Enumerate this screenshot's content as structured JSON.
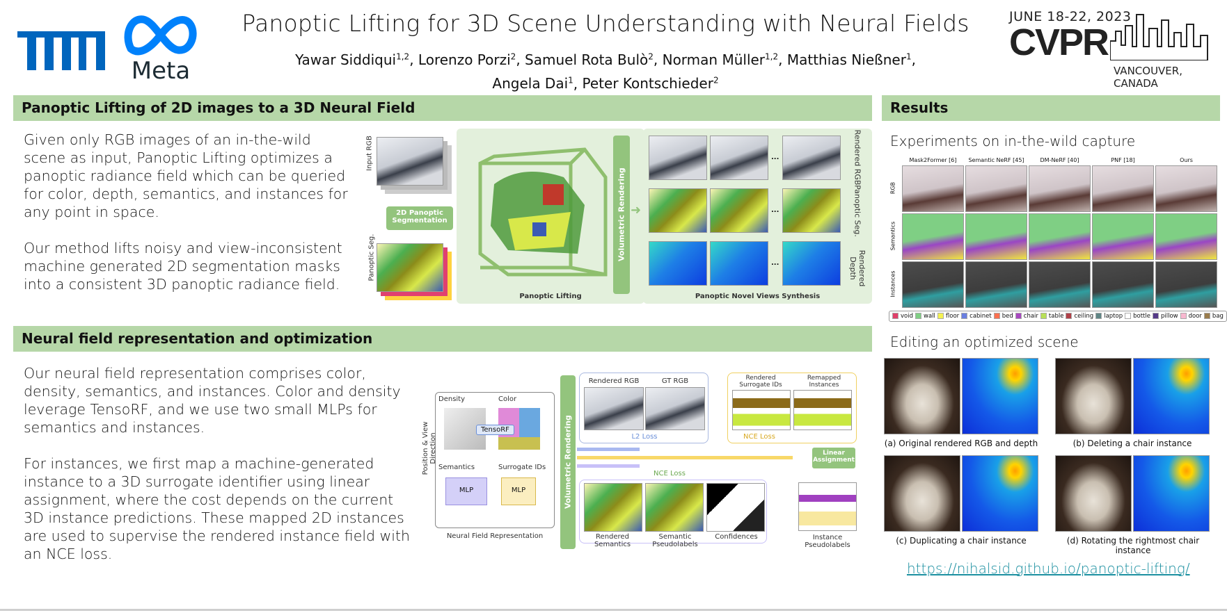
{
  "header": {
    "title": "Panoptic Lifting for 3D Scene Understanding with Neural Fields",
    "authors_line1": [
      {
        "name": "Yawar Siddiqui",
        "aff": "1,2"
      },
      {
        "name": "Lorenzo Porzi",
        "aff": "2"
      },
      {
        "name": "Samuel Rota Bulò",
        "aff": "2"
      },
      {
        "name": "Norman Müller",
        "aff": "1,2"
      },
      {
        "name": "Matthias Nießner",
        "aff": "1"
      }
    ],
    "authors_line2": [
      {
        "name": "Angela Dai",
        "aff": "1"
      },
      {
        "name": "Peter Kontschieder",
        "aff": "2"
      }
    ],
    "logos": {
      "tum": "TUM",
      "meta": "Meta",
      "cvpr_dates": "JUNE 18-22, 2023",
      "cvpr": "CVPR",
      "cvpr_location": "VANCOUVER, CANADA"
    },
    "colors": {
      "tum_blue": "#0065bd",
      "meta_blue": "#0081fb",
      "meta_text": "#1c2b33",
      "section_green": "#b6d7a8",
      "link": "#1a8fa0"
    }
  },
  "section1": {
    "heading": "Panoptic Lifting of 2D images to a 3D Neural Field",
    "para1": "Given only RGB images of an in-the-wild scene as input, Panoptic Lifting optimizes a panoptic radiance field which can be queried for color, depth, semantics, and instances for any point in space.",
    "para2": "Our method lifts noisy and view-inconsistent machine generated 2D segmentation masks into a consistent 3D panoptic radiance field.",
    "figure": {
      "input_rgb": "Input RGB",
      "panoptic_seg_box": "2D Panoptic Segmentation",
      "panoptic_seg": "Panoptic Seg.",
      "panoptic_lifting": "Panoptic Lifting",
      "volumetric_rendering": "Volumetric Rendering",
      "rendered_rgb": "Rendered RGB",
      "panoptic_seg_out": "Panoptic Seg.",
      "rendered_depth": "Rendered Depth",
      "novel_views": "Panoptic Novel Views Synthesis",
      "ellipsis": "..."
    }
  },
  "section2": {
    "heading": "Neural field representation and optimization",
    "para1": "Our neural field representation comprises color, density, semantics, and instances. Color and density leverage TensoRF, and we use two small MLPs for semantics and instances.",
    "para2": "For instances, we first map a machine-generated instance to a 3D surrogate identifier using linear assignment, where the cost depends on the current 3D instance predictions. These mapped 2D instances are used to supervise the rendered instance field with an NCE loss.",
    "figure": {
      "density": "Density",
      "color": "Color",
      "tensorf": "TensoRF",
      "semantics": "Semantics",
      "surrogate_ids": "Surrogate IDs",
      "mlp": "MLP",
      "position_view": "Position & View Direction",
      "neural_field_rep": "Neural Field Representation",
      "volumetric_rendering": "Volumetric Rendering",
      "rendered_rgb": "Rendered RGB",
      "gt_rgb": "GT RGB",
      "l2_loss": "L2 Loss",
      "rendered_surrogate": "Rendered Surrogate IDs",
      "remapped_instances": "Remapped Instances",
      "nce_loss": "NCE Loss",
      "linear_assignment": "Linear Assignment",
      "rendered_semantics": "Rendered Semantics",
      "semantic_pseudolabels": "Semantic Pseudolabels",
      "confidences": "Confidences",
      "instance_pseudolabels": "Instance Pseudolabels"
    }
  },
  "results": {
    "heading": "Results",
    "experiments_title": "Experiments on in-the-wild capture",
    "methods": [
      "Mask2Former [6]",
      "Semantic NeRF [45]",
      "DM-NeRF [40]",
      "PNF [18]",
      "Ours"
    ],
    "rows": [
      "RGB",
      "Semantics",
      "Instances"
    ],
    "legend": [
      {
        "label": "void",
        "color": "#e0406a"
      },
      {
        "label": "wall",
        "color": "#7fcf84"
      },
      {
        "label": "floor",
        "color": "#f5f250"
      },
      {
        "label": "cabinet",
        "color": "#6a7fe0"
      },
      {
        "label": "bed",
        "color": "#fa7050"
      },
      {
        "label": "chair",
        "color": "#a848c0"
      },
      {
        "label": "table",
        "color": "#b8e058"
      },
      {
        "label": "ceiling",
        "color": "#b04048"
      },
      {
        "label": "laptop",
        "color": "#5f8585"
      },
      {
        "label": "bottle",
        "color": "#ffffff"
      },
      {
        "label": "pillow",
        "color": "#553a88"
      },
      {
        "label": "door",
        "color": "#f8b8d0"
      },
      {
        "label": "bag",
        "color": "#9a7c4c"
      }
    ],
    "editing_title": "Editing an optimized scene",
    "editing_captions": [
      "(a) Original rendered RGB and depth",
      "(b) Deleting a chair instance",
      "(c) Duplicating a chair instance",
      "(d)  Rotating the rightmost chair instance"
    ],
    "url": "https://nihalsid.github.io/panoptic-lifting/"
  }
}
